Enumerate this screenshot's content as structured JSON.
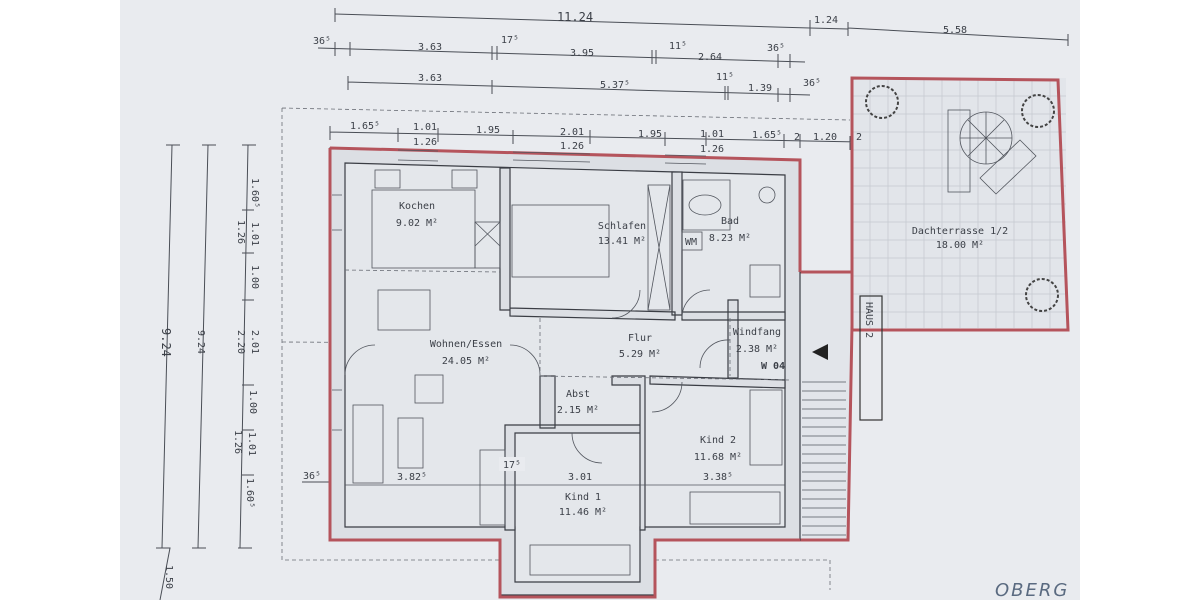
{
  "rooms": {
    "kochen": {
      "name": "Kochen",
      "area": "9.02 M²"
    },
    "schlafen": {
      "name": "Schlafen",
      "area": "13.41 M²"
    },
    "bad": {
      "name": "Bad",
      "area": "8.23 M²",
      "wm_label": "WM"
    },
    "wohnen": {
      "name": "Wohnen/Essen",
      "area": "24.05 M²"
    },
    "flur": {
      "name": "Flur",
      "area": "5.29 M²"
    },
    "windfang": {
      "name": "Windfang",
      "area": "2.38 M²",
      "tag": "W 04"
    },
    "abst": {
      "name": "Abst",
      "area": "2.15 M²"
    },
    "kind2": {
      "name": "Kind 2",
      "area": "11.68 M²",
      "dim": "3.38⁵"
    },
    "kind1": {
      "name": "Kind 1",
      "area": "11.46 M²",
      "dim": "3.01"
    },
    "wohnen_dim": "3.82⁵",
    "terrasse": {
      "name": "Dachterrasse 1/2",
      "area": "18.00 M²"
    }
  },
  "house_label": "HAUS 2",
  "floor_label": "OBERG",
  "dims_top": {
    "row1": [
      "11.24",
      "1.24",
      "5.58"
    ],
    "row2": [
      "36⁵",
      "3.63",
      "17⁵",
      "3.95",
      "11⁵",
      "2.64",
      "36⁵"
    ],
    "row3": [
      "3.63",
      "5.37⁵",
      "11⁵",
      "1.39",
      "36⁵"
    ],
    "row4": [
      "1.65⁵",
      "1.01",
      "1.26",
      "1.95",
      "2.01",
      "1.26",
      "1.95",
      "1.01",
      "1.26",
      "1.65⁵",
      "2",
      "1.20",
      "2"
    ]
  },
  "dims_left": {
    "inner": [
      "1.60⁵",
      "1.01",
      "1.26",
      "1.00",
      "2.01",
      "2.20",
      "1.00",
      "1.01",
      "1.26",
      "1.60⁵"
    ],
    "mid": "9.24",
    "outer": "9.24",
    "bottom": "1.50",
    "wall_left": "36⁵",
    "wall_mid": "17⁵"
  }
}
